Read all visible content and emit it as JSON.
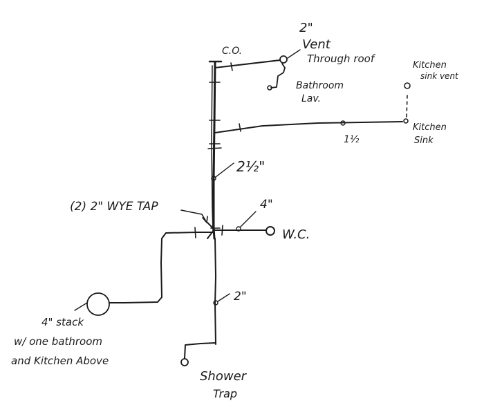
{
  "labels": {
    "cleanout": "C.O.",
    "vent_size": "2\"",
    "vent_line1": "Vent",
    "vent_line2": "Through roof",
    "bath_lav_line1": "Bathroom",
    "bath_lav_line2": "Lav.",
    "kitchen_vent_line1": "Kitchen",
    "kitchen_vent_line2": "sink vent",
    "kitchen_sink_line1": "Kitchen",
    "kitchen_sink_line2": "Sink",
    "kitchen_branch_size": "1½",
    "stack_size": "2½\"",
    "wye_tap": "(2) 2\" WYE TAP",
    "wc_size": "4\"",
    "wc": "W.C.",
    "lower_size": "2\"",
    "stack_line1": "4\" stack",
    "stack_line2": "w/ one bathroom",
    "stack_line3": "and Kitchen Above",
    "shower_line1": "Shower",
    "shower_line2": "Trap"
  },
  "colors": {
    "ink": "#1b1b1b",
    "paper": "#ffffff"
  }
}
